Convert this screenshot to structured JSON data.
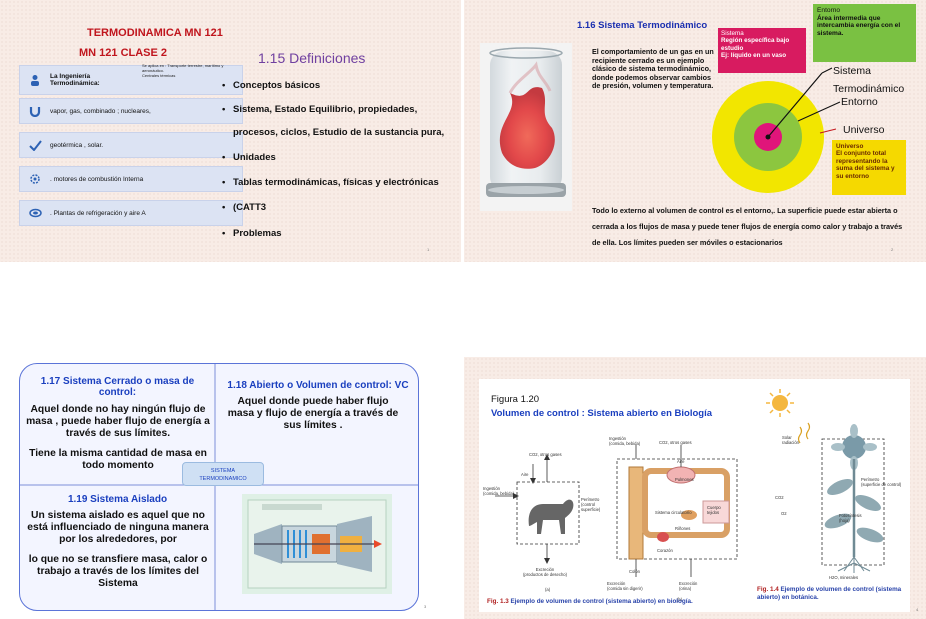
{
  "slide1": {
    "title_line1": "TERMODINAMICA MN 121",
    "title_line2": "MN 121   CLASE 2",
    "items": [
      {
        "icon": "engineer-icon",
        "label": "La Ingeniería\nTermodinámica:"
      },
      {
        "icon": "magnet-icon",
        "label": "vapor, gas, combinado ; nucleares,"
      },
      {
        "icon": "checkmark-icon",
        "label": "geotérmica ,  solar."
      },
      {
        "icon": "piston-icon",
        "label": ".  motores de combustión Interna"
      },
      {
        "icon": "coil-icon",
        "label": ". Plantas de refrigeración y aire A"
      }
    ],
    "note": "Se aplica en : Transporte terrestre, marítimo y aeronáutico.\nCentrales térmicas",
    "heading": "1.15 Definiciones",
    "bullets": [
      "Conceptos básicos",
      "Sistema, Estado Equilibrio, propiedades,",
      "procesos, ciclos, Estudio de la sustancia pura,",
      "Unidades",
      "Tablas termodinámicas, físicas y electrónicas",
      "(CATT3",
      "Problemas"
    ],
    "page_number": "1"
  },
  "slide2": {
    "title": "1.16 Sistema Termodinámico",
    "description": "El comportamiento de un gas en un recipiente cerrado es un ejemplo clásico de sistema termodinámico, donde podemos observar cambios de presión, volumen y temperatura.",
    "sistema_box": {
      "title": "Sistema",
      "text": "Región específica bajo estudio\nEj: líquido en un vaso"
    },
    "entorno_box": {
      "title": "Entorno",
      "text": "Área intermedia que intercambia energía con el sistema."
    },
    "universo_box": {
      "title": "Universo",
      "text": "El conjunto total representando la suma del sistema y su entorno"
    },
    "label_sistema": "Sistema\nTermodinámico",
    "label_entorno": "Entorno",
    "label_universo": "Universo",
    "bottom_text": "Todo lo externo al volumen de control es el entorno,. La superficie puede estar abierta o cerrada a los flujos de masa y puede tener flujos de energía como  calor y trabajo a través de ella. Los límites pueden ser móviles o estacionarios",
    "page_number": "2",
    "colors": {
      "universo": "#f2e600",
      "entorno": "#8cc63f",
      "sistema": "#e0157a"
    }
  },
  "slide3": {
    "closed_title": "1.17 Sistema Cerrado o masa de control:",
    "closed_text": "Aquel donde no hay  ningún flujo de masa , puede haber flujo de energía a través de sus límites.",
    "closed_text2": "Tiene la misma cantidad de masa en todo momento",
    "open_title": "1.18 Abierto o Volumen de control: VC",
    "open_text": "Aquel donde puede haber flujo masa y flujo de energía a través de sus límites  .",
    "center_label": "SISTEMA\nTERMODINAMICO",
    "isolated_title": "1.19 Sistema Aislado",
    "isolated_text": "Un sistema aislado es aquel que no está influenciado de ninguna manera por los alrededores, por",
    "isolated_text2": "lo que no se transfiere masa, calor o trabajo a través de los límites del Sistema",
    "page_number": "3"
  },
  "slide4": {
    "figure_label": "Figura 1.20",
    "title": "Volumen de control : Sistema abierto en Biología",
    "caption_left_label": "Fig. 1.3",
    "caption_left": "Ejemplo de volumen de control (sistema abierto) en biología.",
    "caption_right_label": "Fig. 1.4",
    "caption_right": "Ejemplo de volumen de control (sistema abierto) en botánica.",
    "dog_labels": [
      "CO2, otros gases",
      "Aire",
      "Ingestión\n(comida, bebida)",
      "Perímetro\n(control\nsuperficie)",
      "Excreción\n(productos de desecho)"
    ],
    "body_labels": [
      "Ingestión\n(comida, bebida)",
      "CO2, otros gases",
      "Aire",
      "Pulmones",
      "Corazón",
      "Sistema circulatorio",
      "Riñones",
      "Cuerpo\ntejidos",
      "Excreción\n(comida sin digerir)",
      "Excreción\n(orina)",
      "Colón"
    ],
    "plant_labels": [
      "Solar\nradiación",
      "Perímetro\n(superficie de control)",
      "CO2",
      "O2",
      "Fotosíntesis\n(hoja)",
      "H2O, minerales"
    ],
    "subfig_a": "(a)",
    "subfig_b": "(b)",
    "page_number": "4"
  }
}
